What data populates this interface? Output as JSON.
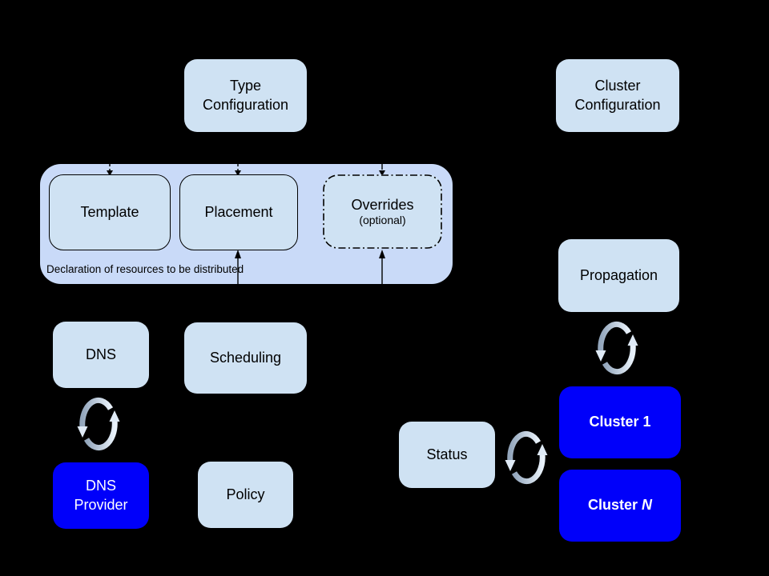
{
  "diagram": {
    "nodes": {
      "type_configuration": {
        "lines": [
          "Type",
          "Configuration"
        ]
      },
      "cluster_configuration": {
        "lines": [
          "Cluster",
          "Configuration"
        ]
      },
      "template": {
        "label": "Template"
      },
      "placement": {
        "label": "Placement"
      },
      "overrides": {
        "label": "Overrides",
        "sublabel": "(optional)"
      },
      "declaration": {
        "caption": "Declaration of resources to be distributed"
      },
      "dns": {
        "label": "DNS"
      },
      "scheduling": {
        "label": "Scheduling"
      },
      "dns_provider": {
        "lines": [
          "DNS",
          "Provider"
        ]
      },
      "policy": {
        "label": "Policy"
      },
      "propagation": {
        "label": "Propagation"
      },
      "status": {
        "label": "Status"
      },
      "cluster_1": {
        "label": "Cluster 1"
      },
      "cluster_n": {
        "prefix": "Cluster ",
        "variable": "N"
      }
    },
    "icons": {
      "sync": "circular-refresh-arrows",
      "arrow_down_dashed": "dashed-down-arrow",
      "arrow_up_solid": "solid-up-arrow"
    },
    "colors": {
      "background": "#000000",
      "container_fill": "#c9daf8",
      "node_fill": "#cfe2f3",
      "active_fill": "#0000fa",
      "node_text": "#000000",
      "active_text": "#ffffff",
      "connector": "#000000",
      "sync_gradient_start": "#93a6bc",
      "sync_gradient_end": "#e9f2fb"
    }
  }
}
